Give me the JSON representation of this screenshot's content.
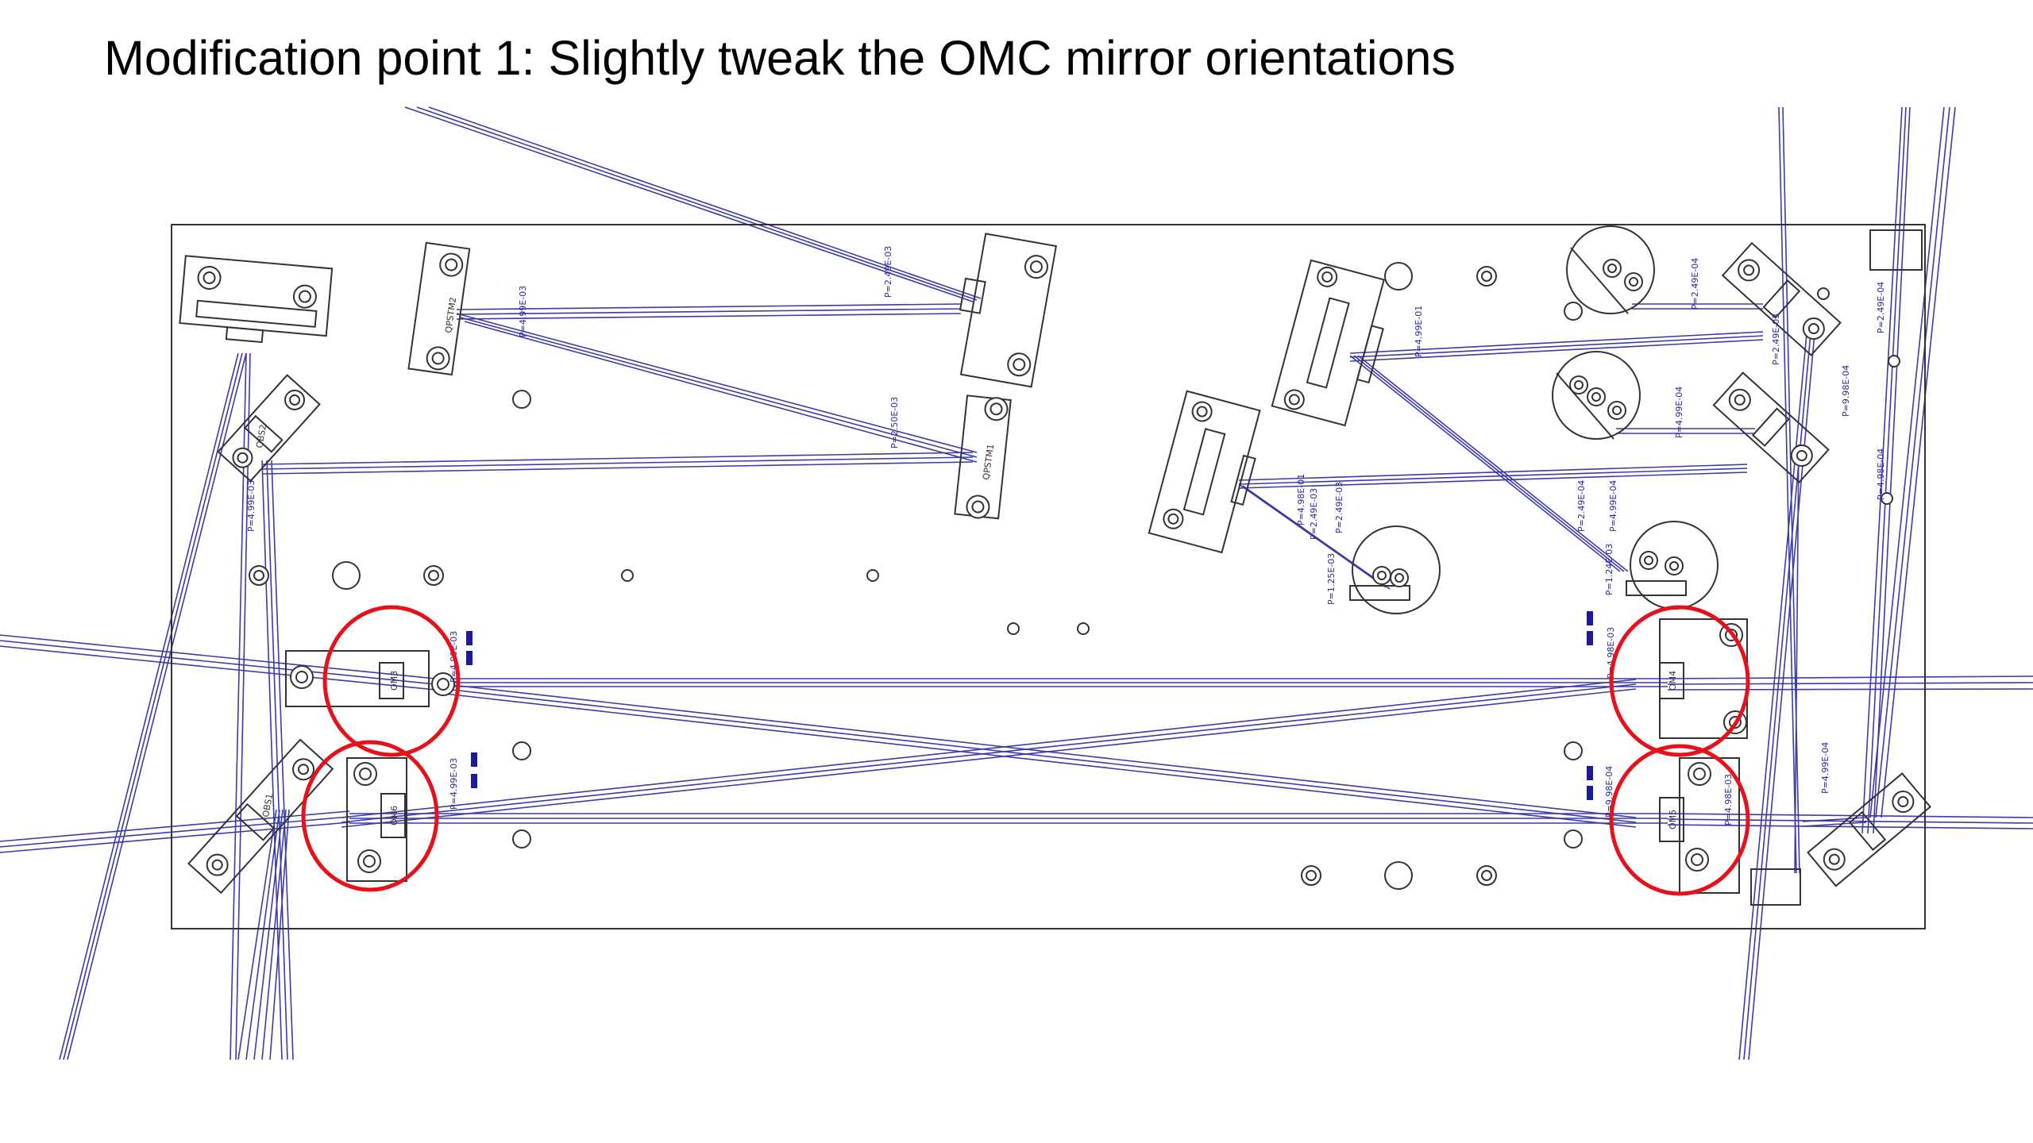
{
  "title": "Modification point 1: Slightly tweak the OMC mirror orientations",
  "colors": {
    "beam": "#3b3ba8",
    "outline": "#333333",
    "highlight": "#e8101a",
    "marker": "#1a1a9c",
    "background": "#ffffff"
  },
  "components": {
    "qpstm2": "QPSTM2",
    "qpstm1": "QPSTM1",
    "obs2": "OBS2",
    "obs1": "OBS1",
    "om3": "OM3",
    "om4": "OM4",
    "om5": "OM5",
    "om6": "OM6"
  },
  "power_labels": {
    "p1": "P=2.49E-03",
    "p2": "P=2.50E-03",
    "p3": "P=4.99E-03",
    "p4": "P=4.98E-01",
    "p5": "P=4.99E-01",
    "p6": "P=2.49E-03",
    "p7": "P=2.49E-03",
    "p8": "P=1.25E-03",
    "p9": "P=2.49E-04",
    "p10": "P=4.99E-04",
    "p11": "P=2.49E-04",
    "p12": "P=4.99E-04",
    "p13": "P=9.98E-04",
    "p14": "P=2.49E-03",
    "p15": "P=1.24E-03",
    "p16": "P=4.99E-04",
    "p17": "P=4.98E-03",
    "p18": "P=4.99E-03",
    "p19": "P=4.99E-03",
    "p20": "P=4.99E-03",
    "p21": "P=9.98E-04",
    "p22": "P=4.98E-03",
    "p23": "P=2.49E-04",
    "p24": "P=4.98E-04"
  },
  "highlighted_items": [
    "OM3",
    "OM6",
    "OM4",
    "OM5"
  ]
}
